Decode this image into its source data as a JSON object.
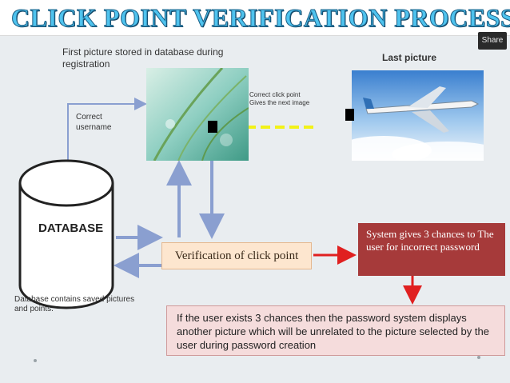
{
  "title": "CLICK POINT VERIFICATION PROCESS",
  "share_label": "Share",
  "labels": {
    "first_picture": "First picture stored in database during registration",
    "last_picture": "Last picture",
    "correct_click": "Correct click point\nGives the next image",
    "correct_username": "Correct\nusername",
    "database": "DATABASE",
    "database_note": "Database contains saved pictures and points.",
    "verification": "Verification of click point",
    "chances": "System gives 3 chances to The user for incorrect password",
    "result": "If the user exists 3 chances then the password system displays another picture which will be unrelated to the picture selected by the user during password creation"
  },
  "colors": {
    "title_fill": "#4fc3ee",
    "arrow_blue": "#8a9fd0",
    "arrow_red": "#e02020",
    "dashed_yellow": "#f2f218",
    "verify_fill": "#fde6cf",
    "chances_fill": "#a63a3a",
    "result_fill": "#f5dcdc"
  }
}
